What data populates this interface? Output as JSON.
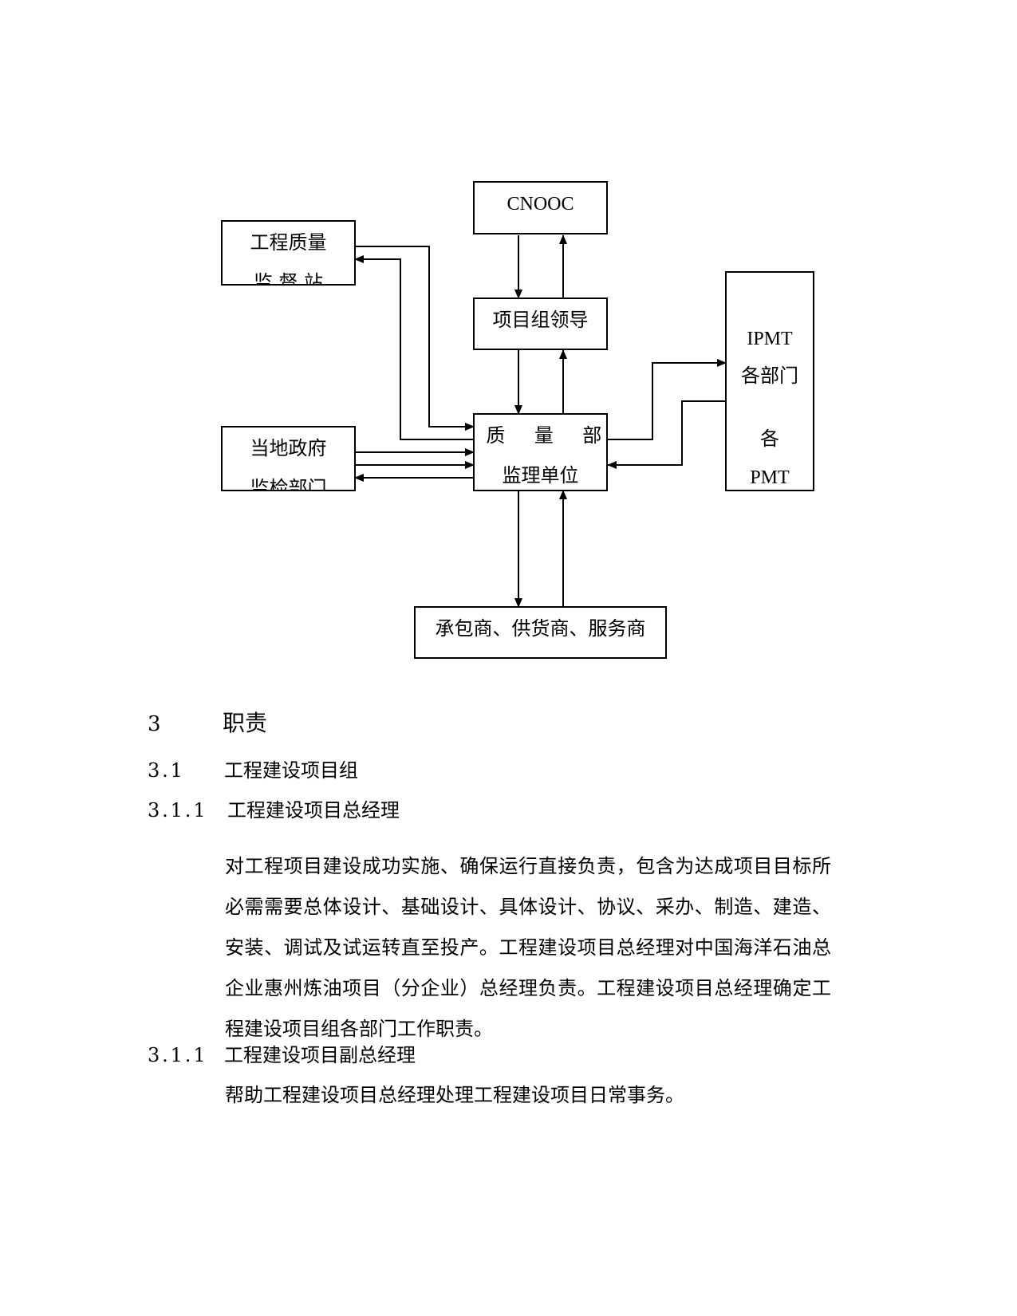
{
  "diagram": {
    "cnooc": "CNOOC",
    "project_leader": "项目组领导",
    "quality_dept": {
      "line1": "质 量 部",
      "line2": "监理单位"
    },
    "quality_supervision": {
      "line1": "工程质量",
      "line2": "监 督 站"
    },
    "local_gov": {
      "line1": "当地政府",
      "line2": "监检部门"
    },
    "ipmt": {
      "line1": "IPMT",
      "line2": "各部门",
      "line3": "各",
      "line4": "PMT"
    },
    "contractors": "承包商、供货商、服务商"
  },
  "doc": {
    "h3_num": "3",
    "h3_title": "职责",
    "s31_num": "3.1",
    "s31_title": "工程建设项目组",
    "s311_num": "3.1.1",
    "s311_title": "工程建设项目总经理",
    "s311_body": "对工程项目建设成功实施、确保运行直接负责，包含为达成项目目标所必需需要总体设计、基础设计、具体设计、协议、采办、制造、建造、安装、调试及试运转直至投产。工程建设项目总经理对中国海洋石油总企业惠州炼油项目（分企业）总经理负责。工程建设项目总经理确定工程建设项目组各部门工作职责。",
    "s311b_num": "3.1.1",
    "s311b_title": "工程建设项目副总经理",
    "s311b_body": "帮助工程建设项目总经理处理工程建设项目日常事务。"
  }
}
